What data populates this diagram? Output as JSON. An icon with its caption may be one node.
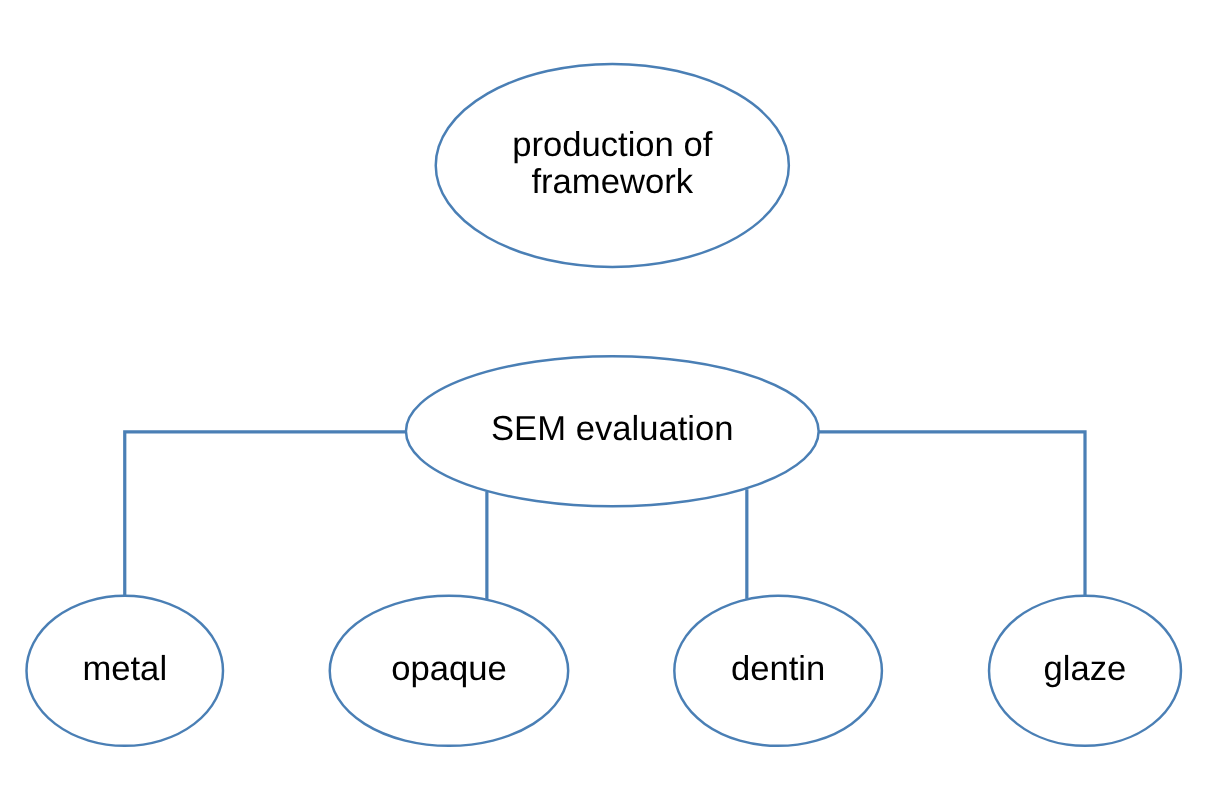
{
  "diagram": {
    "nodes": [
      {
        "text": [
          "production of framework"
        ]
      },
      {
        "text": [
          "SEM evaluation"
        ]
      },
      {
        "text": [
          "metal"
        ]
      },
      {
        "text": [
          "opaque"
        ]
      },
      {
        "text": [
          "dentin"
        ]
      },
      {
        "text": [
          "glaze"
        ]
      }
    ],
    "edges": [
      {
        "from": 1,
        "to": 2,
        "arrow": "none"
      },
      {
        "from": 1,
        "to": 3,
        "arrow": "none"
      },
      {
        "from": 1,
        "to": 4,
        "arrow": "none"
      },
      {
        "from": 1,
        "to": 5,
        "arrow": "none"
      }
    ]
  }
}
